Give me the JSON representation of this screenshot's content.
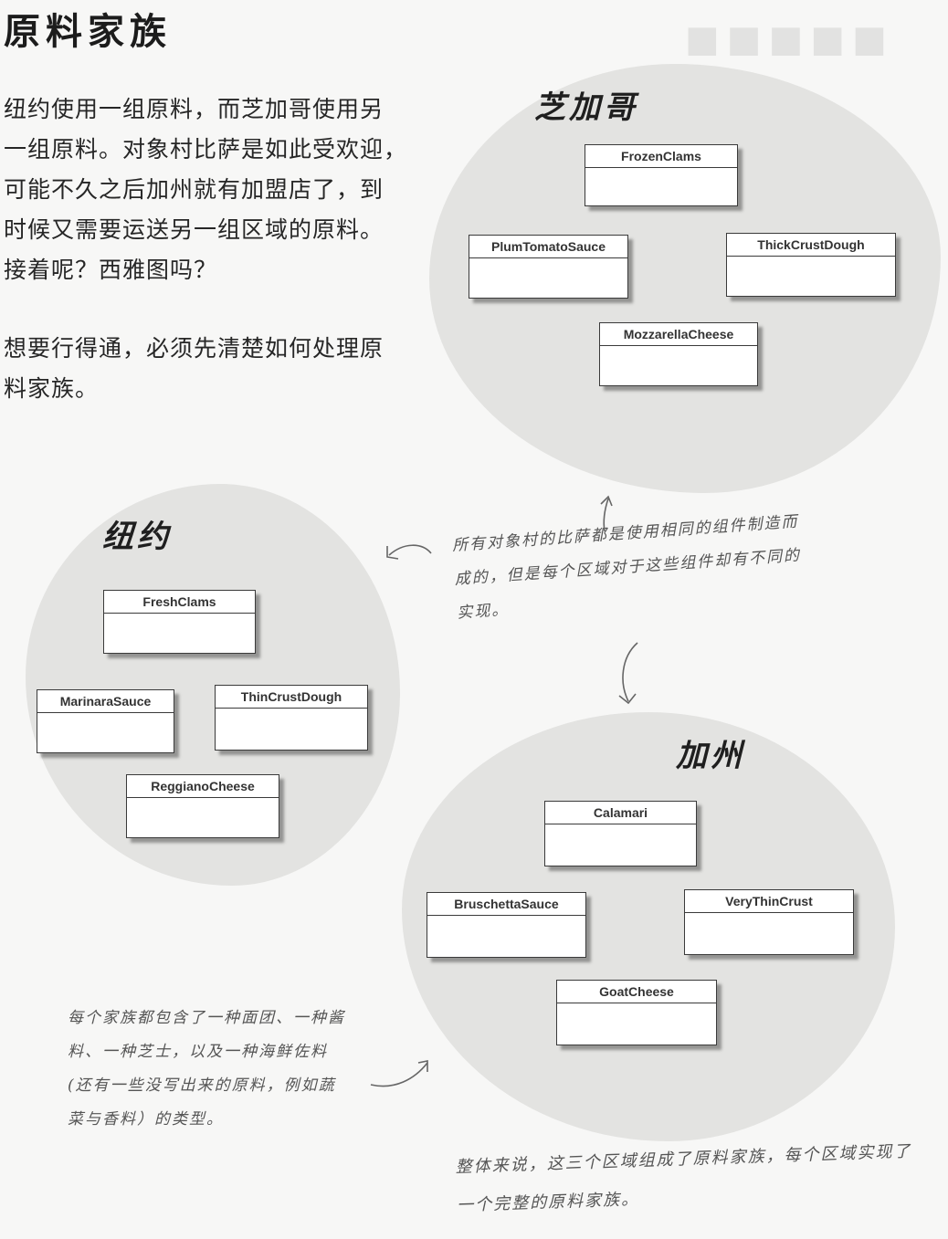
{
  "page_title": "原料家族",
  "intro": {
    "paragraph1": "纽约使用一组原料，而芝加哥使用另\n一组原料。对象村比萨是如此受欢迎，\n可能不久之后加州就有加盟店了，到\n时候又需要运送另一组区域的原料。\n接着呢？西雅图吗？",
    "paragraph2": "想要行得通，必须先清楚如何处理原\n料家族。"
  },
  "regions": {
    "chicago": {
      "label": "芝加哥",
      "classes": [
        "FrozenClams",
        "PlumTomatoSauce",
        "ThickCrustDough",
        "MozzarellaCheese"
      ]
    },
    "newyork": {
      "label": "纽约",
      "classes": [
        "FreshClams",
        "MarinaraSauce",
        "ThinCrustDough",
        "ReggianoCheese"
      ]
    },
    "california": {
      "label": "加州",
      "classes": [
        "Calamari",
        "BruschettaSauce",
        "VeryThinCrust",
        "GoatCheese"
      ]
    }
  },
  "notes": {
    "center": "所有对象村的比萨都是使用相同的组件制造而\n成的，但是每个区域对于这些组件却有不同的\n实现。",
    "family": "每个家族都包含了一种面团、一种酱\n料、一种芝士，以及一种海鲜佐料\n(还有一些没写出来的原料，例如蔬\n菜与香料）的类型。",
    "bottom": "整体来说，这三个区域组成了原料家族，每个区域实现了\n一个完整的原料家族。"
  }
}
